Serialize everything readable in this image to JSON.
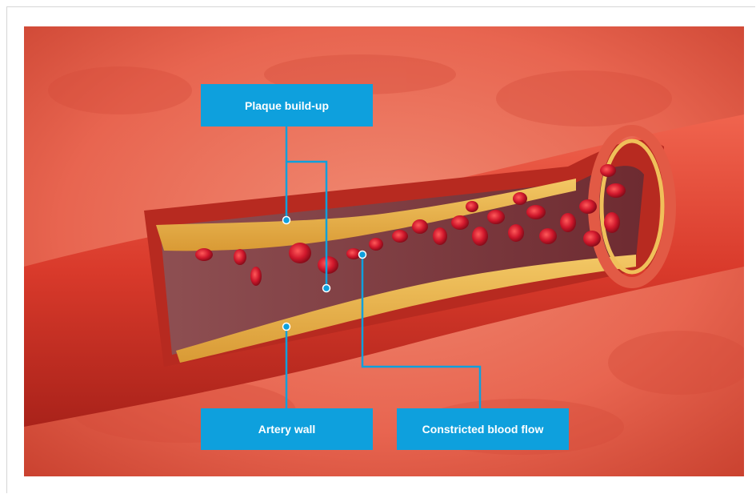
{
  "labels": {
    "plaque": "Plaque build-up",
    "wall": "Artery wall",
    "flow": "Constricted blood flow"
  },
  "colors": {
    "callout": "#0ea0dd",
    "tissue": "#e8644f",
    "artery": "#d9362a",
    "plaque": "#e8b54a",
    "blood_cell": "#c8162a"
  }
}
